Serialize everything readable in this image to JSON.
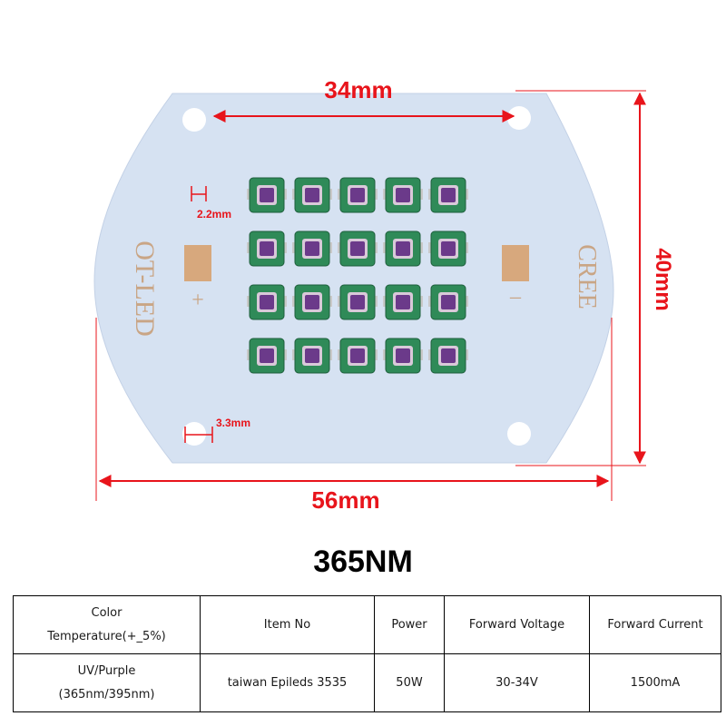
{
  "dimensions": {
    "top_width": "34mm",
    "overall_width": "56mm",
    "height": "40mm",
    "led_gap": "2.2mm",
    "hole_diameter": "3.3mm"
  },
  "board": {
    "brand_left": "OT-LED",
    "brand_right": "CREE",
    "pad_plus": "+",
    "pad_minus": "–",
    "led_rows": 4,
    "led_cols": 5,
    "colors": {
      "board": "#d6e2f2",
      "copper_pad": "#d7a87d",
      "led_body": "#2f8a58",
      "led_lens": "#6b3a8a",
      "dimension": "#e8141b"
    }
  },
  "title": "365NM",
  "specs": {
    "headers": [
      "Color\nTemperature(+_5%)",
      "Item No",
      "Power",
      "Forward Voltage",
      "Forward Current"
    ],
    "row": [
      "UV/Purple\n(365nm/395nm)",
      "taiwan Epileds 3535",
      "50W",
      "30-34V",
      "1500mA"
    ]
  }
}
